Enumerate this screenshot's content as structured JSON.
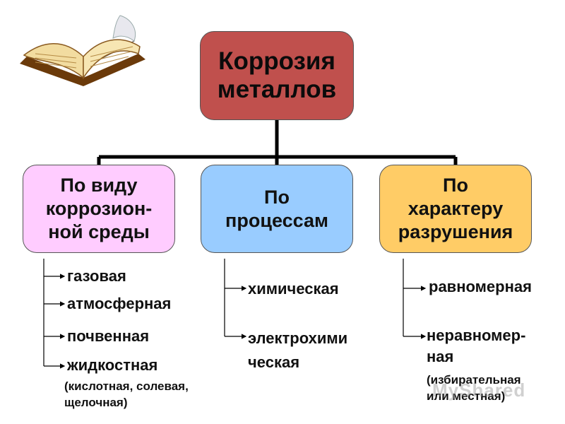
{
  "root": {
    "title": "Коррозия\nметаллов"
  },
  "categories": [
    {
      "id": "env",
      "label": "По виду\nкоррозион-\nной среды",
      "color": "#ffccff"
    },
    {
      "id": "proc",
      "label": "По\nпроцессам",
      "color": "#99ccff"
    },
    {
      "id": "dmg",
      "label": "По\nхарактеру\nразрушения",
      "color": "#ffcc66"
    }
  ],
  "root_color": "#c0504d",
  "env_items": [
    "газовая",
    "атмосферная",
    "почвенная",
    "жидкостная"
  ],
  "env_note": "(кислотная,     солевая,\nщелочная)",
  "proc_items": [
    "химическая",
    "электрохими\nческая"
  ],
  "dmg_items": [
    "равномерная",
    "неравномер-\nная"
  ],
  "dmg_note": "(избирательная\nили местная)",
  "watermark": "MyShared",
  "icons": {
    "book": "open-book-with-quill-icon"
  }
}
